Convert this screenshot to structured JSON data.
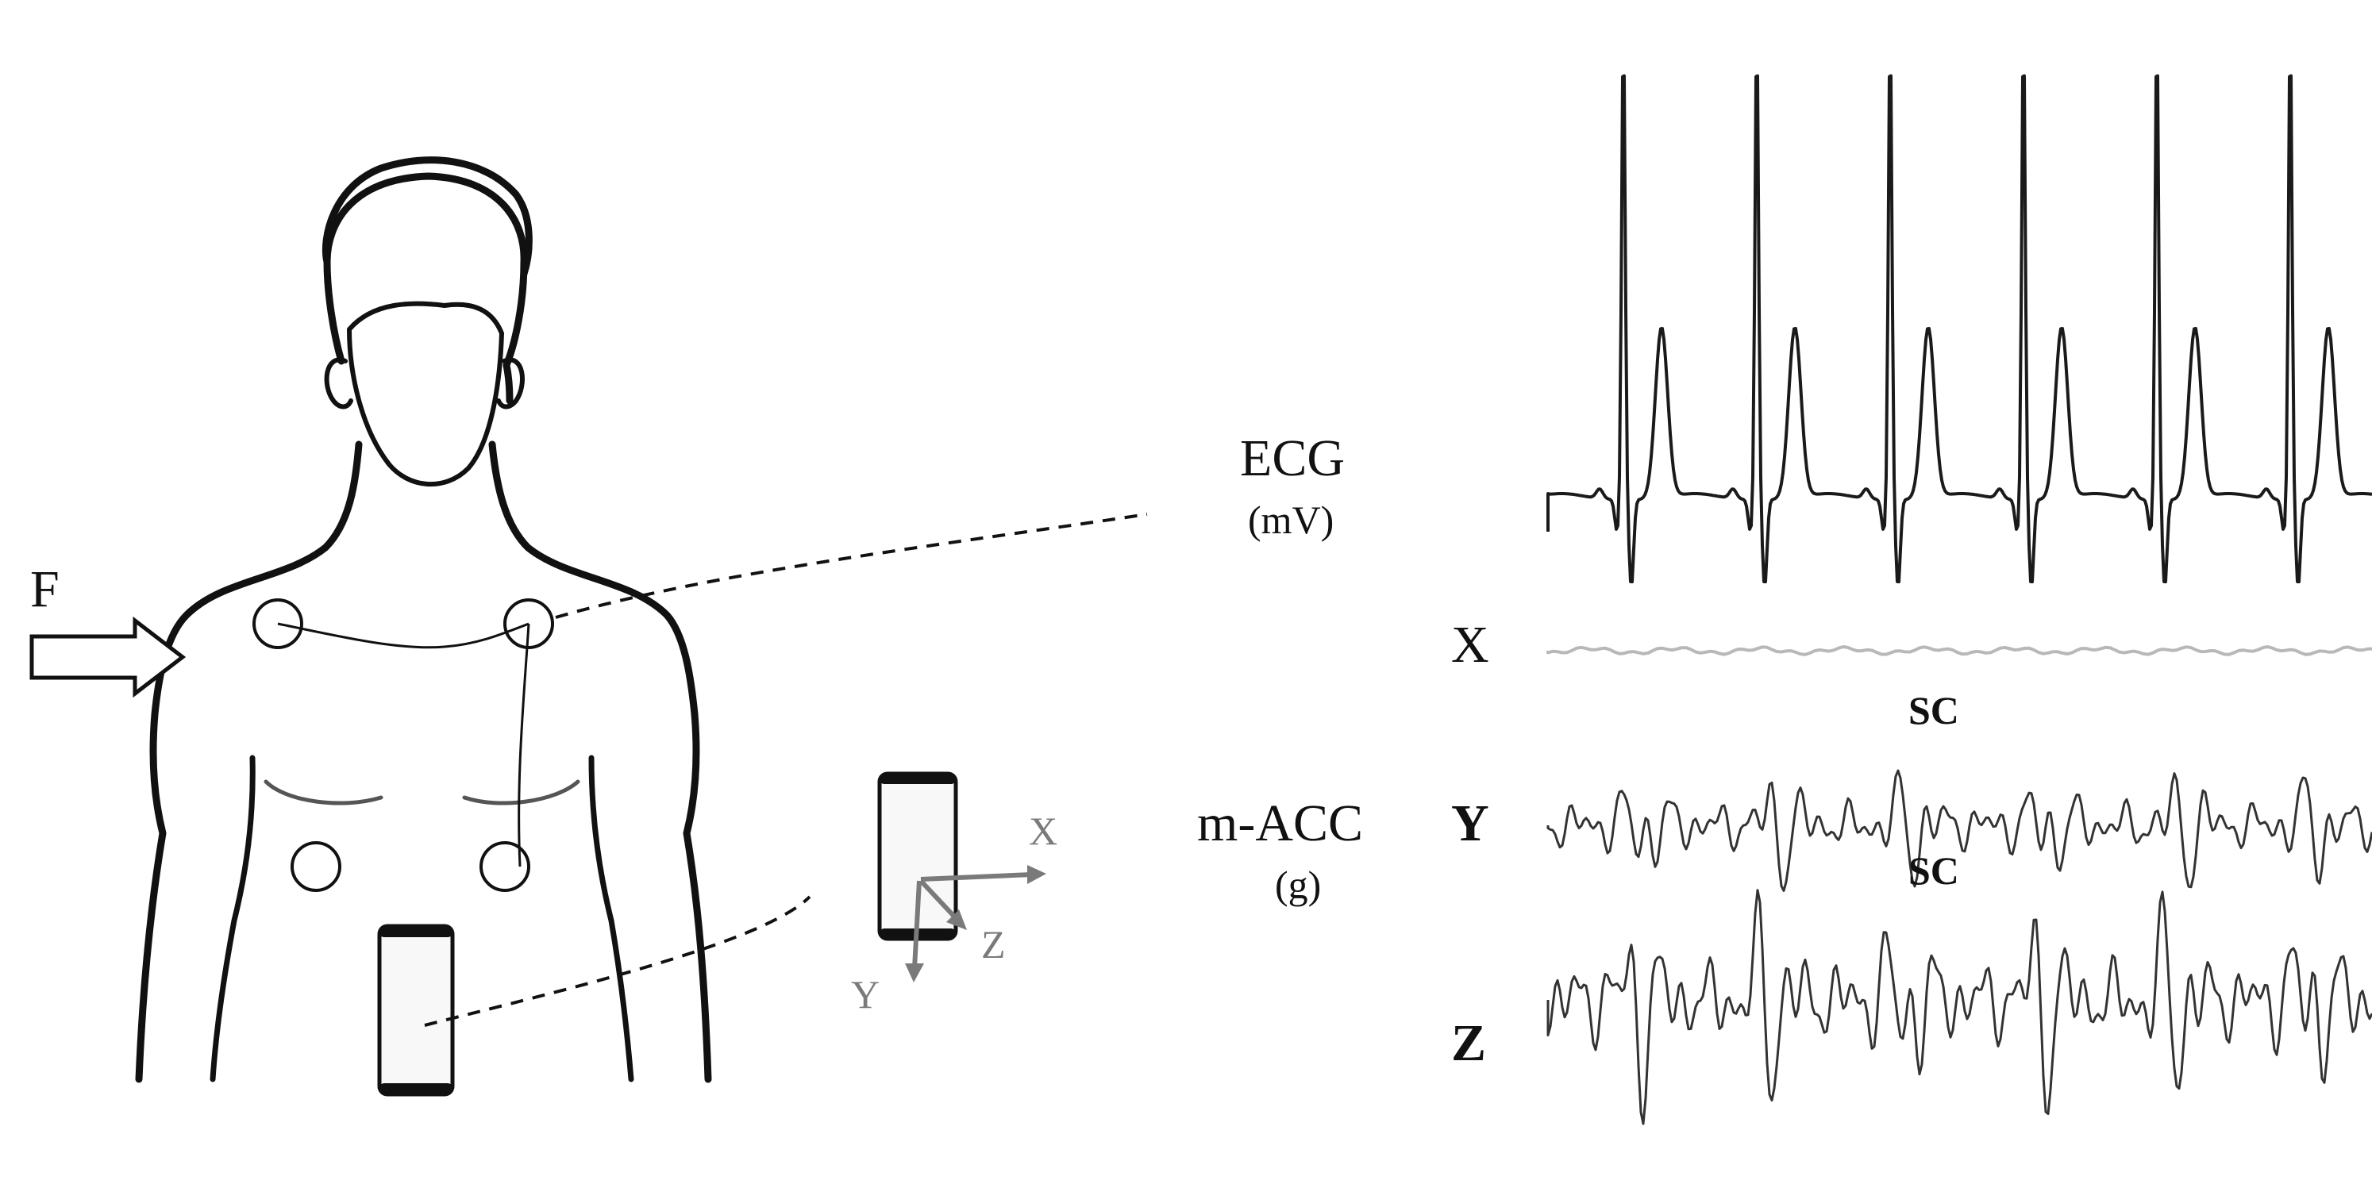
{
  "labels": {
    "force": "F",
    "ecg_title": "ECG",
    "ecg_unit": "(mV)",
    "acc_title": "m-ACC",
    "acc_unit": "(g)",
    "axis_x": "X",
    "axis_y": "Y",
    "axis_z": "Z",
    "phone_axis_x": "X",
    "phone_axis_y": "Y",
    "phone_axis_z": "Z",
    "sc_upper": "SC",
    "sc_lower": "SC"
  },
  "colors": {
    "outline": "#111111",
    "ecg_trace": "#1a1a1a",
    "x_trace": "#b8b8b8",
    "yz_trace": "#333333",
    "phone_axes": "#7a7a7a"
  },
  "icons": [
    "torso-outline-icon",
    "arrow-icon",
    "electrode-icon",
    "smartphone-icon",
    "coordinate-axes-icon"
  ]
}
